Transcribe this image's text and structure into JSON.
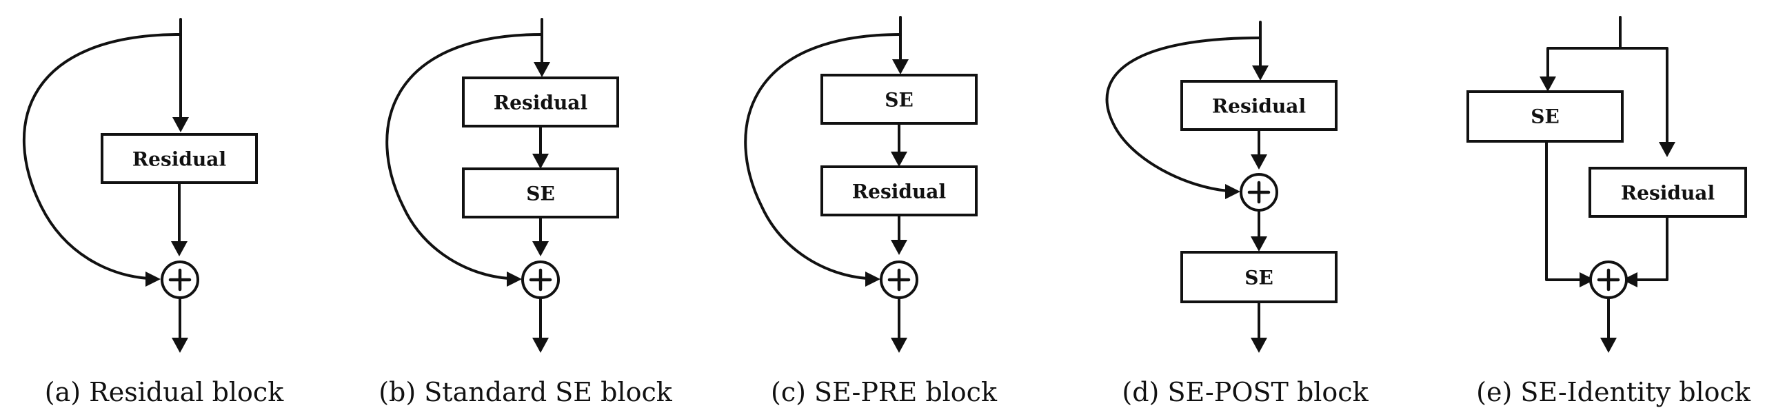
{
  "panels": [
    {
      "id": "a",
      "caption": "(a)  Residual block",
      "boxes": [
        "Residual"
      ]
    },
    {
      "id": "b",
      "caption": "(b)  Standard SE block",
      "boxes": [
        "Residual",
        "SE"
      ]
    },
    {
      "id": "c",
      "caption": "(c)  SE-PRE block",
      "boxes": [
        "SE",
        "Residual"
      ]
    },
    {
      "id": "d",
      "caption": "(d)  SE-POST block",
      "boxes": [
        "Residual",
        "SE"
      ]
    },
    {
      "id": "e",
      "caption": "(e)  SE-Identity block",
      "boxes": [
        "SE",
        "Residual"
      ]
    }
  ],
  "colors": {
    "stroke": "#111111",
    "background": "#ffffff"
  },
  "icons": {
    "sum": "plus-circle-icon",
    "arrow": "arrow-head-icon"
  }
}
